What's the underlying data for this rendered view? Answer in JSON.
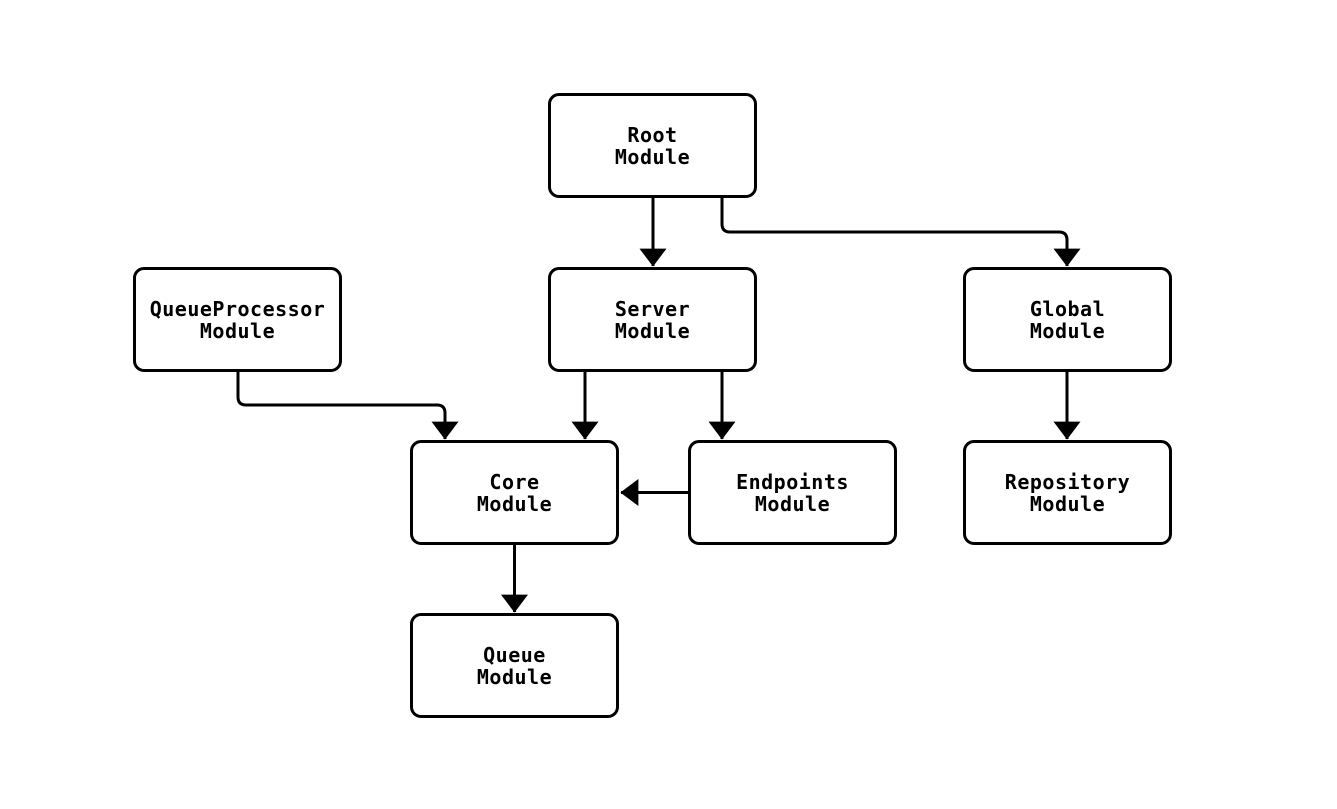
{
  "diagram": {
    "background": "#ffffff",
    "stroke": "#000000",
    "nodes": [
      {
        "id": "root",
        "label": "Root\nModule"
      },
      {
        "id": "queueprocessor",
        "label": "QueueProcessor\nModule"
      },
      {
        "id": "server",
        "label": "Server\nModule"
      },
      {
        "id": "global",
        "label": "Global\nModule"
      },
      {
        "id": "core",
        "label": "Core\nModule"
      },
      {
        "id": "endpoints",
        "label": "Endpoints\nModule"
      },
      {
        "id": "repository",
        "label": "Repository\nModule"
      },
      {
        "id": "queue",
        "label": "Queue\nModule"
      }
    ],
    "edges": [
      {
        "from": "root",
        "to": "server"
      },
      {
        "from": "root",
        "to": "global"
      },
      {
        "from": "queueprocessor",
        "to": "core"
      },
      {
        "from": "server",
        "to": "core"
      },
      {
        "from": "server",
        "to": "endpoints"
      },
      {
        "from": "endpoints",
        "to": "core"
      },
      {
        "from": "global",
        "to": "repository"
      },
      {
        "from": "core",
        "to": "queue"
      }
    ]
  }
}
